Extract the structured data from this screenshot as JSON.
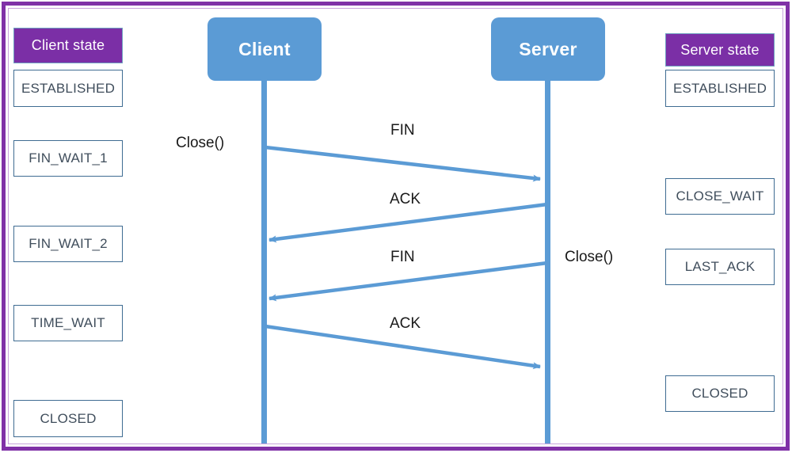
{
  "diagram": {
    "kind": "tcp-connection-termination-sequence-diagram",
    "frame_color": "#8031A7",
    "accent_color": "#5B9BD5",
    "header_color": "#7B2FA6",
    "state_text_color": "#404E5C"
  },
  "client_column": {
    "header": "Client state",
    "states": [
      {
        "label": "ESTABLISHED"
      },
      {
        "label": "FIN_WAIT_1"
      },
      {
        "label": "FIN_WAIT_2"
      },
      {
        "label": "TIME_WAIT"
      },
      {
        "label": "CLOSED"
      }
    ]
  },
  "server_column": {
    "header": "Server state",
    "states": [
      {
        "label": "ESTABLISHED"
      },
      {
        "label": "CLOSE_WAIT"
      },
      {
        "label": "LAST_ACK"
      },
      {
        "label": "CLOSED"
      }
    ]
  },
  "participants": {
    "client": "Client",
    "server": "Server"
  },
  "messages": [
    {
      "label": "FIN",
      "direction": "client-to-server"
    },
    {
      "label": "ACK",
      "direction": "server-to-client"
    },
    {
      "label": "FIN",
      "direction": "server-to-client"
    },
    {
      "label": "ACK",
      "direction": "client-to-server"
    }
  ],
  "calls": {
    "client_close": "Close()",
    "server_close": "Close()"
  }
}
